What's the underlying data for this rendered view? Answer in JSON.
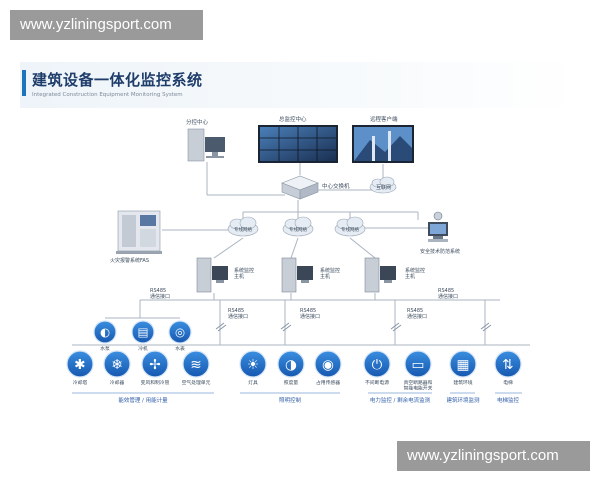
{
  "watermark": {
    "top": "www.yzliningsport.com",
    "bottom": "www.yzliningsport.com"
  },
  "header": {
    "title": "建筑设备一体化监控系统",
    "subtitle": "Integrated Construction Equipment Monitoring System"
  },
  "nodes": {
    "sub_control": "分控中心",
    "main_control": "总监控中心",
    "remote_client": "远程客户端",
    "central_switch": "中心交换机",
    "internet": "互联网",
    "fire_alarm": "火灾报警系统FAS",
    "security": "安全技术防范系统",
    "private_net_1": "专线网络",
    "private_net_2": "专线网络",
    "private_net_3": "专线网络",
    "host_1": "系统监控\n主机",
    "host_2": "系统监控\n主机",
    "host_3": "系统监控\n主机",
    "port_1": "RS485\n通信接口",
    "port_2": "RS485\n通信接口",
    "port_3": "RS485\n通信接口",
    "port_4": "RS485\n通信接口",
    "port_5": "RS485\n通信接口"
  },
  "devices": [
    {
      "label": "水泵",
      "icon": "water-pump-icon"
    },
    {
      "label": "冷机",
      "icon": "chiller-icon"
    },
    {
      "label": "水表",
      "icon": "water-meter-icon"
    },
    {
      "label": "冷却塔",
      "icon": "cooling-tower-icon"
    },
    {
      "label": "冷却器",
      "icon": "cooler-icon"
    },
    {
      "label": "变风和制冷管",
      "icon": "fan-icon"
    },
    {
      "label": "空气处理单元",
      "icon": "air-handler-icon"
    },
    {
      "label": "灯具",
      "icon": "lamp-icon"
    },
    {
      "label": "照度量",
      "icon": "illuminance-icon"
    },
    {
      "label": "占用传感器",
      "icon": "occupancy-sensor-icon"
    },
    {
      "label": "不间断电源",
      "icon": "ups-icon"
    },
    {
      "label": "真空断路器和\n智能电能开关",
      "icon": "breaker-icon"
    },
    {
      "label": "建筑环境",
      "icon": "environment-icon"
    },
    {
      "label": "电梯",
      "icon": "elevator-icon"
    }
  ],
  "groups": [
    {
      "label": "能效管理 / 用能计量"
    },
    {
      "label": "照明控制"
    },
    {
      "label": "电力监控 / 剩余电流监测"
    },
    {
      "label": "建筑环境监测"
    },
    {
      "label": "电梯监控"
    }
  ]
}
